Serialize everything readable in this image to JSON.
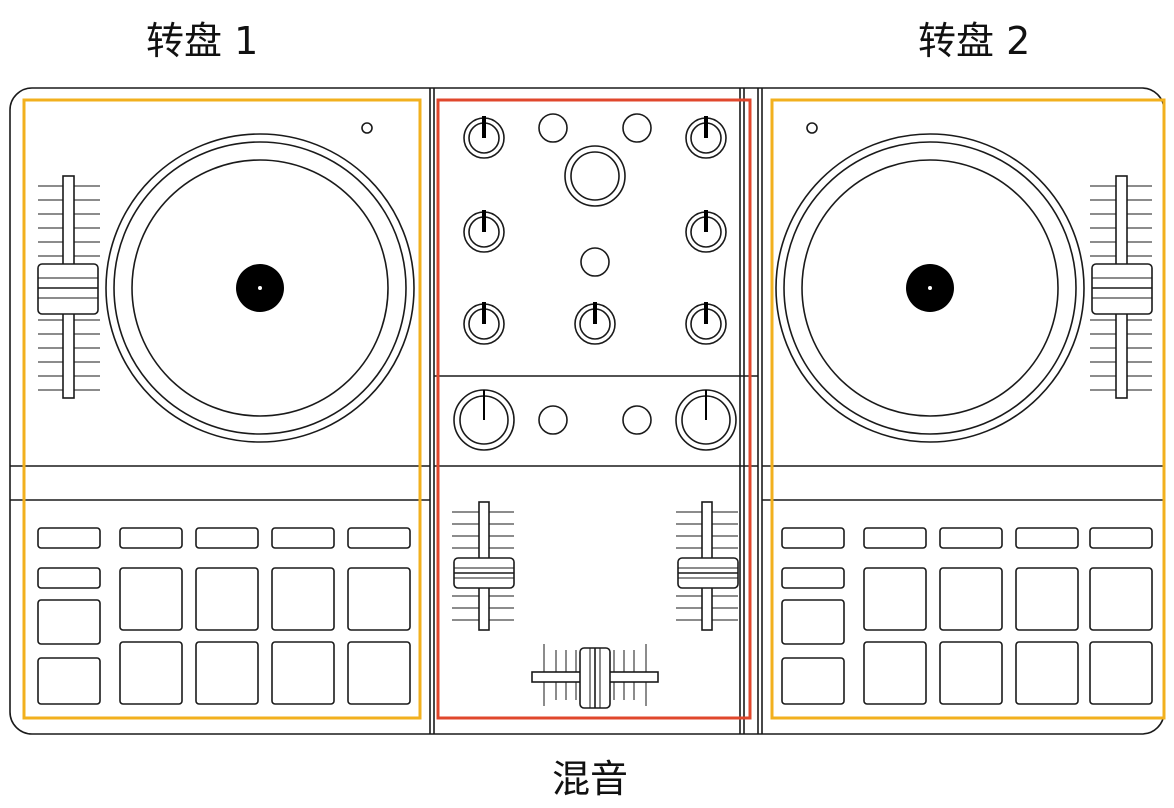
{
  "labels": {
    "deck1": "转盘 1",
    "deck2": "转盘 2",
    "mixer": "混音"
  },
  "colors": {
    "deck_highlight": "#f2b01e",
    "mixer_highlight": "#e0472c",
    "outline": "#1a1a1a",
    "background": "#ffffff"
  }
}
